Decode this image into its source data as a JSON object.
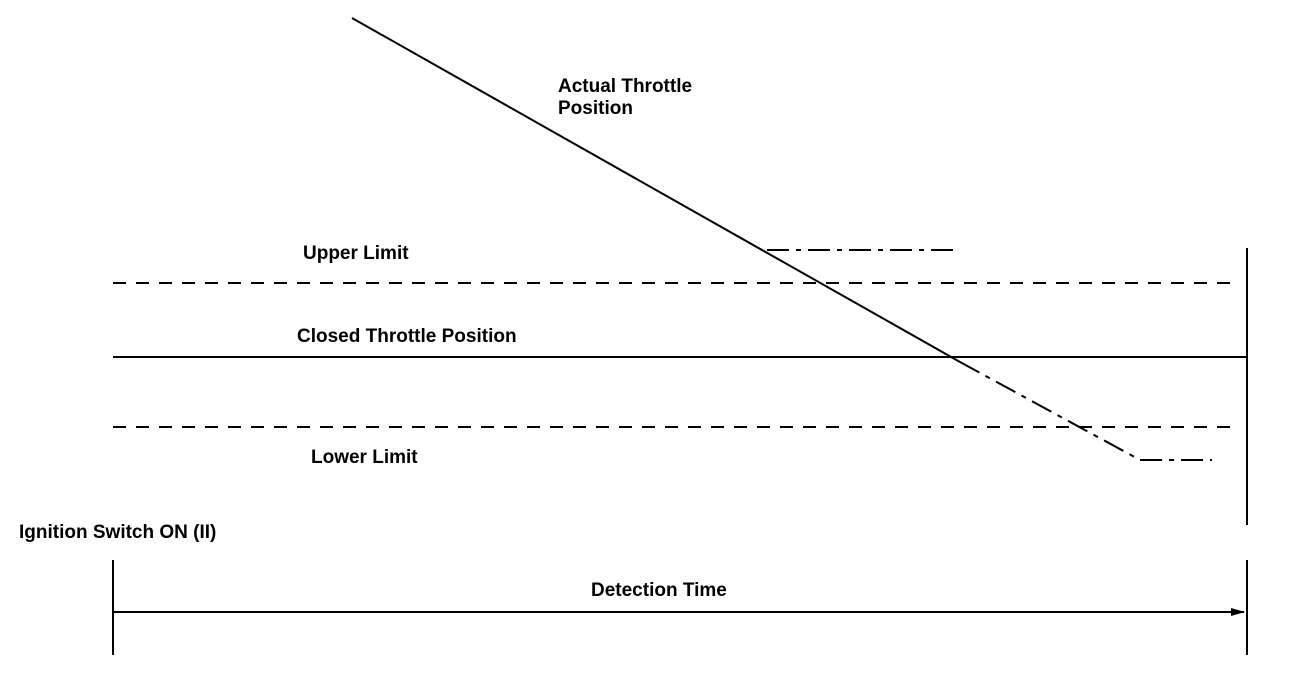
{
  "labels": {
    "actual_throttle_line1": "Actual Throttle",
    "actual_throttle_line2": "Position",
    "upper_limit": "Upper Limit",
    "closed_throttle": "Closed Throttle Position",
    "lower_limit": "Lower Limit",
    "ignition": "Ignition Switch ON (II)",
    "detection_time": "Detection Time"
  },
  "colors": {
    "line": "#000000",
    "background": "#ffffff"
  }
}
